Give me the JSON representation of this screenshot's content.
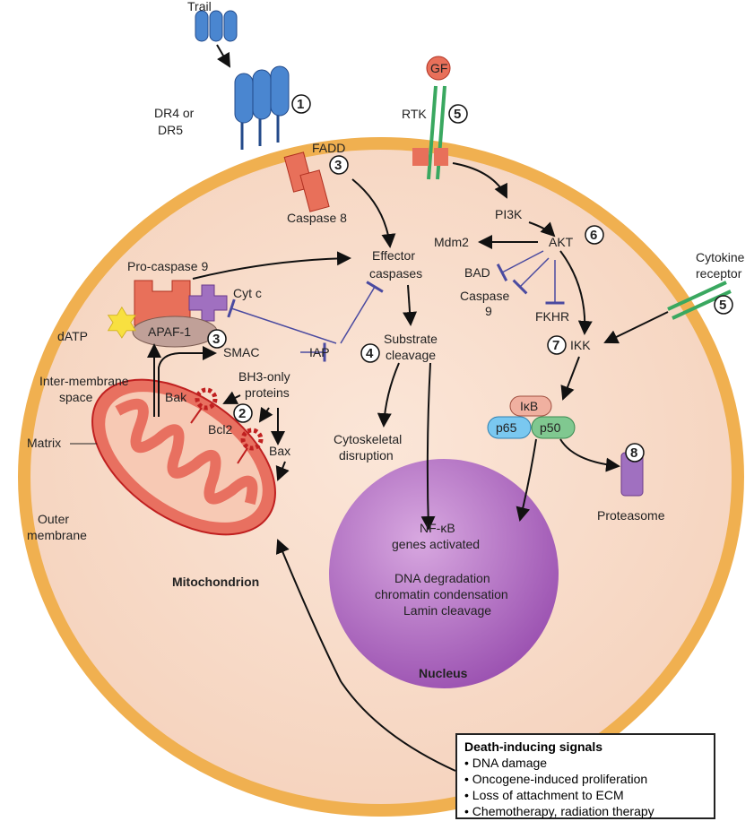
{
  "labels": {
    "trail": "Trail",
    "dr4": "DR4 or",
    "dr5": "DR5",
    "gf": "GF",
    "rtk": "RTK",
    "fadd": "FADD",
    "caspase8": "Caspase 8",
    "pi3k": "PI3K",
    "mdm2": "Mdm2",
    "akt": "AKT",
    "effector1": "Effector",
    "effector2": "caspases",
    "procaspase9": "Pro-caspase 9",
    "bad": "BAD",
    "caspase9a": "Caspase",
    "caspase9b": "9",
    "cytc": "Cyt c",
    "fkhr": "FKHR",
    "cytokine1": "Cytokine",
    "cytokine2": "receptor",
    "datp": "dATP",
    "apaf1": "APAF-1",
    "smac": "SMAC",
    "iap": "IAP",
    "substrate1": "Substrate",
    "substrate2": "cleavage",
    "ikk": "IKK",
    "bh3a": "BH3-only",
    "bh3b": "proteins",
    "intermembrane1": "Inter-membrane",
    "intermembrane2": "space",
    "bak": "Bak",
    "bcl2": "Bcl2",
    "matrix": "Matrix",
    "ikb": "IκB",
    "p65": "p65",
    "p50": "p50",
    "cyto1": "Cytoskeletal",
    "cyto2": "disruption",
    "bax": "Bax",
    "proteasome": "Proteasome",
    "nfkb1": "NF-κB",
    "nfkb2": "genes activated",
    "outer1": "Outer",
    "outer2": "membrane",
    "mitochondrion": "Mitochondrion",
    "dna1": "DNA degradation",
    "dna2": "chromatin condensation",
    "dna3": "Lamin cleavage",
    "nucleus": "Nucleus"
  },
  "steps": [
    "1",
    "2",
    "3",
    "4",
    "5",
    "6",
    "7",
    "8"
  ],
  "death_signals": {
    "title": "Death-inducing signals",
    "items": [
      "• DNA damage",
      "• Oncogene-induced proliferation",
      "• Loss of attachment to ECM",
      "• Chemotherapy, radiation therapy"
    ]
  },
  "colors": {
    "cytoplasm": "#f8dcc8",
    "membrane": "#f0b050",
    "nucleus": "#b070c0",
    "receptor": "#4a86d0",
    "caspase": "#e8705a",
    "rtk": "#3aa860",
    "inhibit": "#4a4aa0",
    "proteasome": "#9a70b8"
  }
}
